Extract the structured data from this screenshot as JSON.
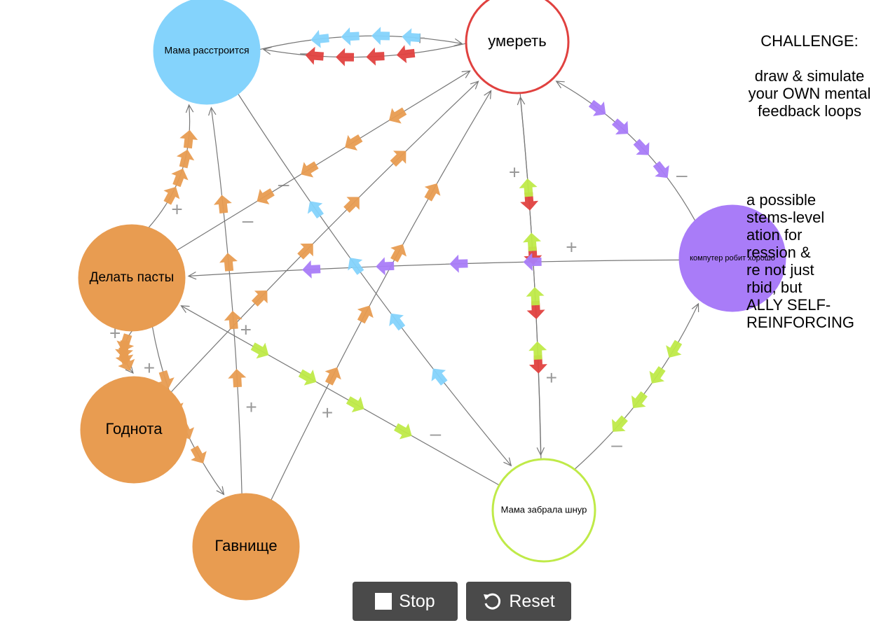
{
  "nodes": [
    {
      "id": "mama",
      "label": "Мама расстроится",
      "fill": "#84d3fc",
      "stroke": "#84d3fc",
      "font_size": 14
    },
    {
      "id": "die",
      "label": "умереть",
      "fill": "#ffffff",
      "stroke": "#e0413f",
      "font_size": 22
    },
    {
      "id": "pasta",
      "label": "Делать пасты",
      "fill": "#e89c51",
      "stroke": "#e89c51",
      "font_size": 19
    },
    {
      "id": "godnota",
      "label": "Годнота",
      "fill": "#e89c51",
      "stroke": "#e89c51",
      "font_size": 22
    },
    {
      "id": "gavno",
      "label": "Гавнище",
      "fill": "#e89c51",
      "stroke": "#e89c51",
      "font_size": 22
    },
    {
      "id": "comp",
      "label": "компутер робит хорошо",
      "fill": "#a97cf8",
      "stroke": "#a97cf8",
      "font_size": 11
    },
    {
      "id": "cord",
      "label": "Мама забрала шнур",
      "fill": "#ffffff",
      "stroke": "#bfea48",
      "font_size": 13
    }
  ],
  "links": [
    {
      "from": "mama",
      "to": "die",
      "sign": "–"
    },
    {
      "from": "die",
      "to": "mama",
      "sign": "+"
    },
    {
      "from": "pasta",
      "to": "mama",
      "sign": "+"
    },
    {
      "from": "mama",
      "to": "cord",
      "sign": "–"
    },
    {
      "from": "pasta",
      "to": "die",
      "sign": "–"
    },
    {
      "from": "pasta",
      "to": "godnota",
      "sign": "+"
    },
    {
      "from": "pasta",
      "to": "gavno",
      "sign": "+"
    },
    {
      "from": "godnota",
      "to": "die",
      "sign": "+"
    },
    {
      "from": "gavno",
      "to": "die",
      "sign": "+"
    },
    {
      "from": "die",
      "to": "cord",
      "sign": "+"
    },
    {
      "from": "cord",
      "to": "die",
      "sign": "+"
    },
    {
      "from": "comp",
      "to": "die",
      "sign": "–"
    },
    {
      "from": "comp",
      "to": "pasta",
      "sign": "+"
    },
    {
      "from": "cord",
      "to": "comp",
      "sign": "–"
    },
    {
      "from": "cord",
      "to": "pasta",
      "sign": "–"
    },
    {
      "from": "gavno",
      "to": "mama",
      "sign": "+"
    }
  ],
  "colors": {
    "edge": "#777777",
    "sign": "#999999"
  },
  "notes": {
    "challenge": "CHALLENGE:\n\ndraw & simulate\nyour OWN mental\nfeedback loops",
    "possible": "a possible\nstems-level\nation for\nression &\nre not just\nrbid, but\nALLY SELF-\nREINFORCING"
  },
  "controls": {
    "stop_label": "Stop",
    "reset_label": "Reset",
    "stop_icon": "square-stop-icon",
    "reset_icon": "circular-arrow-reset-icon"
  }
}
